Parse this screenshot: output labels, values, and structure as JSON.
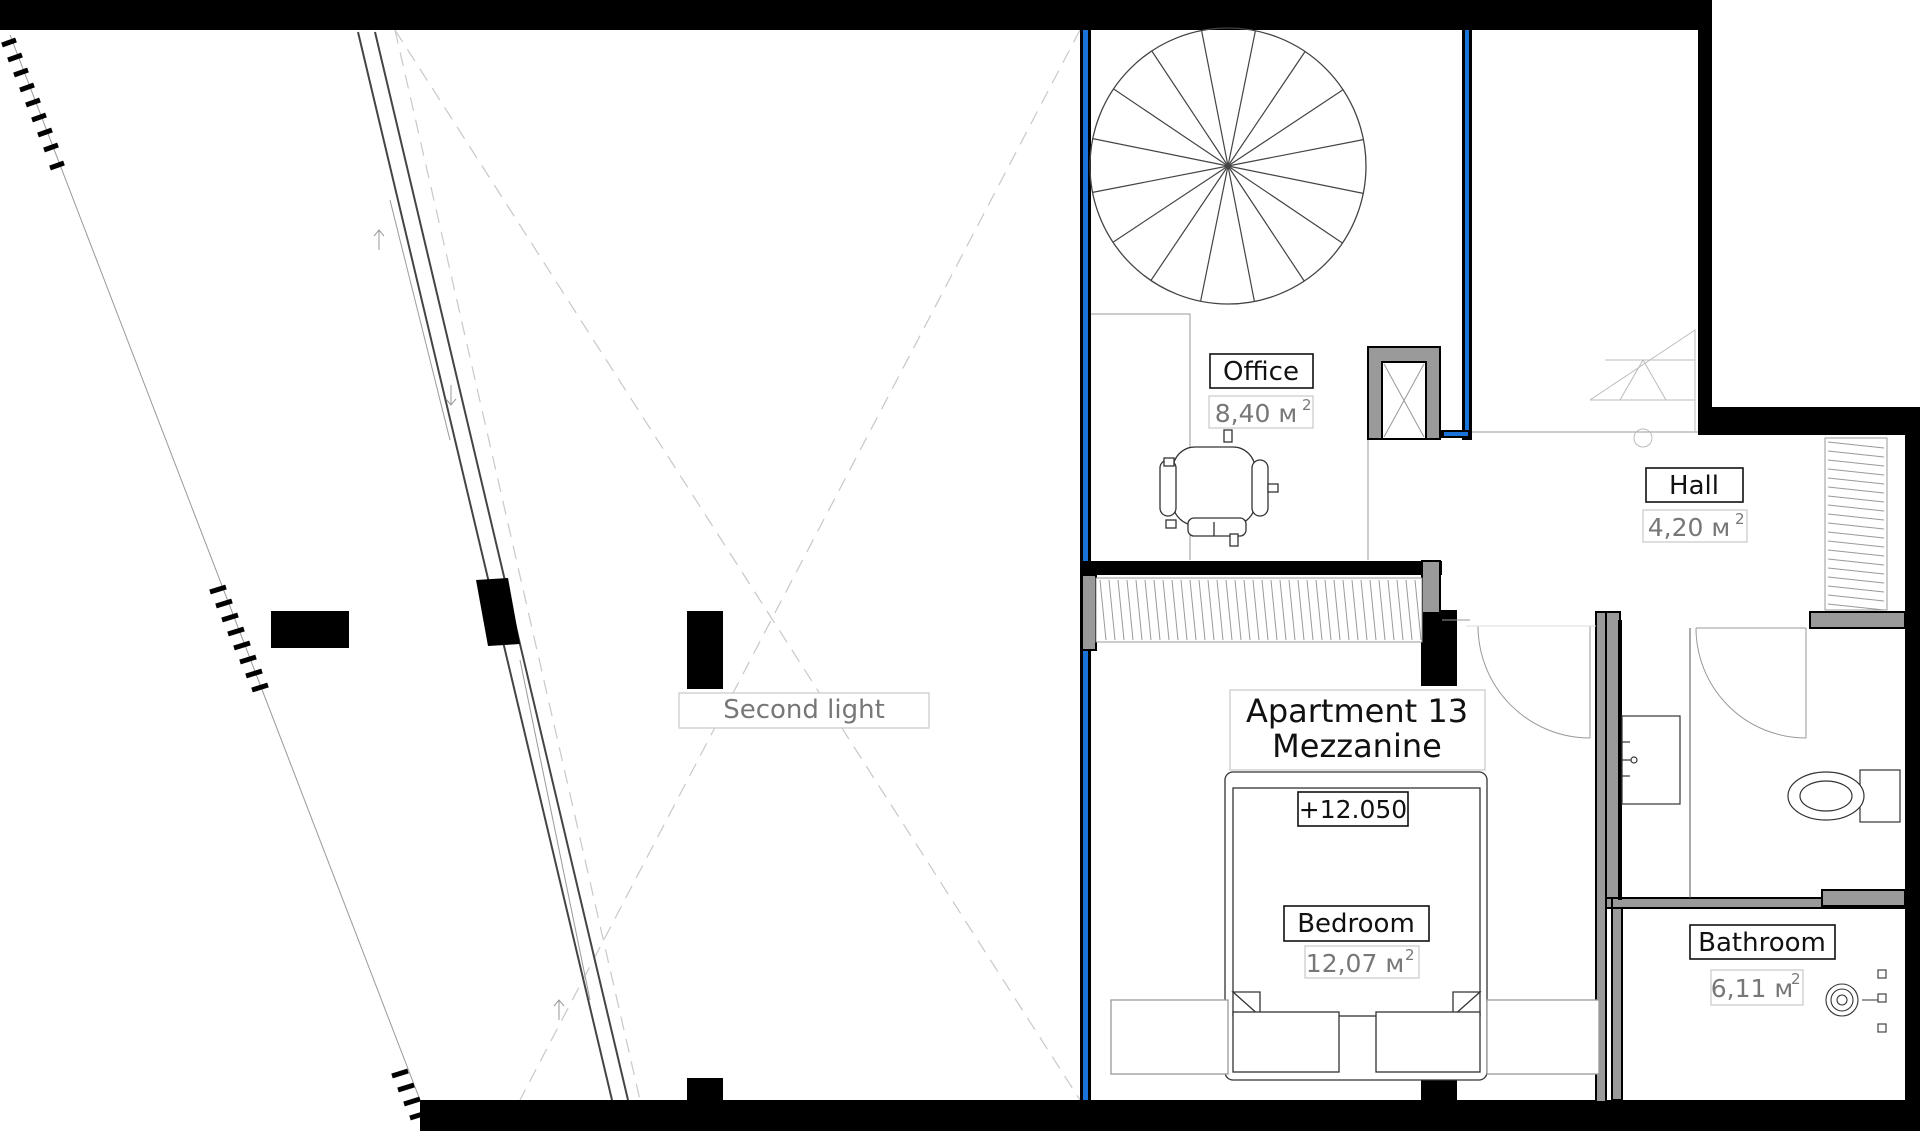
{
  "plan": {
    "title_line1": "Apartment 13",
    "title_line2": "Mezzanine",
    "level_mark": "+12.050",
    "second_light_label": "Second light",
    "rooms": {
      "office": {
        "name": "Office",
        "area": "8,40 м",
        "area_sup": "2"
      },
      "hall": {
        "name": "Hall",
        "area": "4,20 м",
        "area_sup": "2"
      },
      "bedroom": {
        "name": "Bedroom",
        "area": "12,07 м",
        "area_sup": "2"
      },
      "bathroom": {
        "name": "Bathroom",
        "area": "6,11 м",
        "area_sup": "2"
      }
    },
    "colors": {
      "wall": "#000000",
      "partition": "#9a9a9a",
      "railing_glass": "#1a73d9"
    },
    "icons": [
      "spiral-stair-icon",
      "office-chair-icon",
      "bed-icon",
      "toilet-icon",
      "sink-icon",
      "shower-drain-icon",
      "wardrobe-hatch-icon"
    ]
  }
}
